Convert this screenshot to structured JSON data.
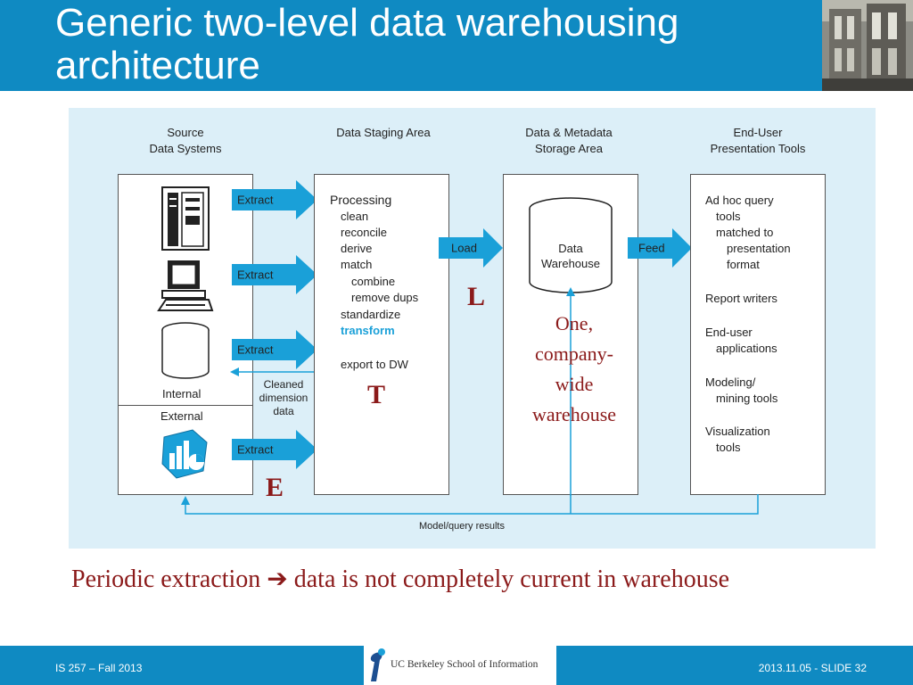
{
  "slide": {
    "title": "Generic two-level data warehousing architecture",
    "caption_left": "Periodic extraction",
    "caption_arrow": "➔",
    "caption_right": "data is not completely current in warehouse",
    "footer_left": "IS 257 – Fall 2013",
    "footer_right": "2013.11.05 - SLIDE 32",
    "footer_logo": "UC Berkeley School of Information"
  },
  "diagram": {
    "columns": {
      "source": [
        "Source",
        "Data Systems"
      ],
      "staging": [
        "Data Staging Area"
      ],
      "storage": [
        "Data & Metadata",
        "Storage Area"
      ],
      "enduser": [
        "End-User",
        "Presentation Tools"
      ]
    },
    "source_labels": {
      "internal": "Internal",
      "external": "External"
    },
    "arrows": {
      "extract": "Extract",
      "load": "Load",
      "feed": "Feed",
      "cleaned": [
        "Cleaned",
        "dimension",
        "data"
      ],
      "results": "Model/query results"
    },
    "staging": {
      "heading": "Processing",
      "steps": [
        "clean",
        "reconcile",
        "derive",
        "match"
      ],
      "sub_steps": [
        "combine",
        "remove dups"
      ],
      "steps2": [
        "standardize"
      ],
      "highlight": "transform",
      "export": "export to DW"
    },
    "warehouse": [
      "Data",
      "Warehouse"
    ],
    "tools": [
      [
        "Ad hoc query",
        "tools",
        "matched to",
        "presentation",
        "format"
      ],
      [
        "Report writers"
      ],
      [
        "End-user",
        "applications"
      ],
      [
        "Modeling/",
        "mining tools"
      ],
      [
        "Visualization",
        "tools"
      ]
    ],
    "letters": {
      "e": "E",
      "t": "T",
      "l": "L"
    },
    "one_warehouse": [
      "One,",
      "company-",
      "wide",
      "warehouse"
    ]
  },
  "colors": {
    "brand": "#0f8ac2",
    "accent_red": "#8b1a1a",
    "diagram_bg": "#dceff8",
    "arrow": "#1aa0d8"
  }
}
